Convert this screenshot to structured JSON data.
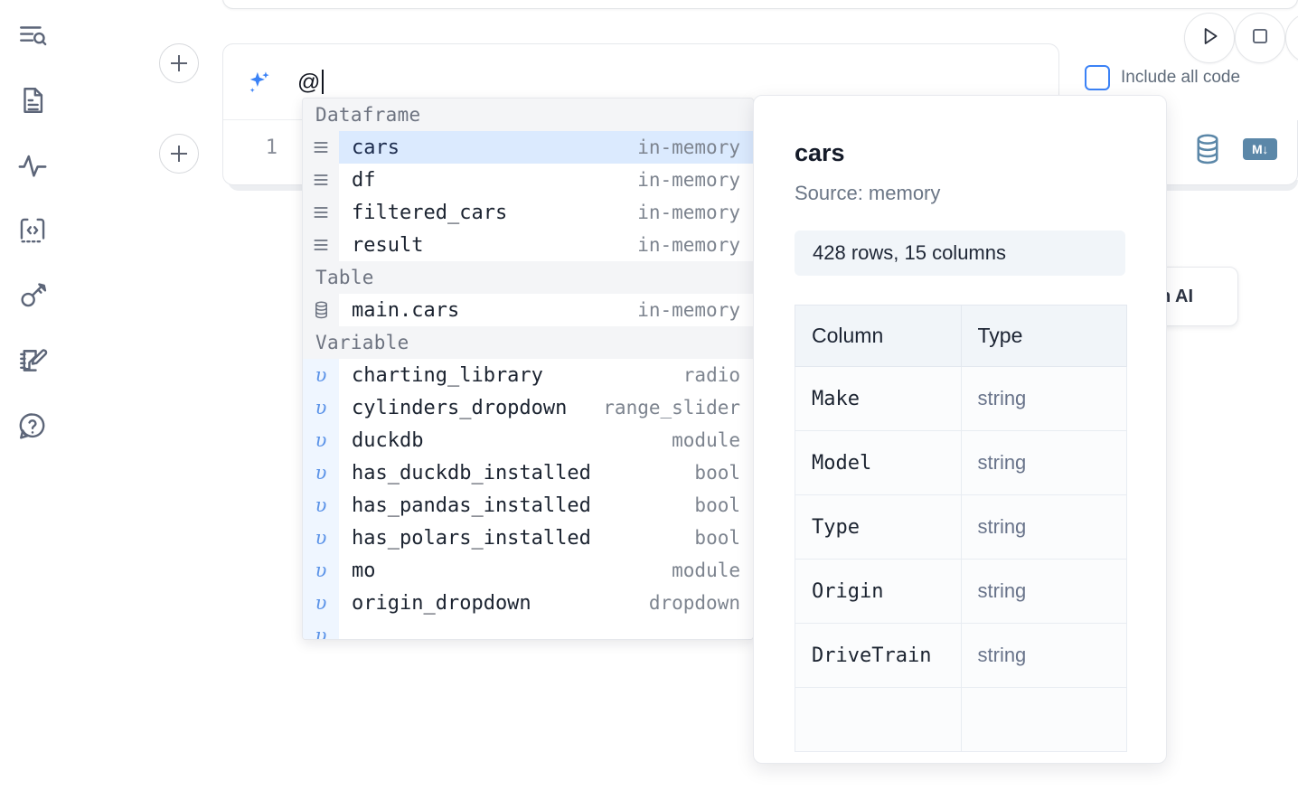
{
  "sidebar": {
    "items": [
      {
        "name": "outline-search-icon",
        "label": "Explore / outline"
      },
      {
        "name": "file-document-icon",
        "label": "Files"
      },
      {
        "name": "activity-pulse-icon",
        "label": "Activity"
      },
      {
        "name": "code-snippet-icon",
        "label": "Snippets"
      },
      {
        "name": "key-secrets-icon",
        "label": "Secrets"
      },
      {
        "name": "notebook-edit-icon",
        "label": "Scratchpad"
      },
      {
        "name": "help-question-icon",
        "label": "Help"
      }
    ]
  },
  "toolbar": {
    "run_label": "Run",
    "stop_label": "Stop",
    "include_all_code_label": "Include all code",
    "include_all_code_checked": false
  },
  "ai_cell": {
    "prompt_value": "@",
    "sparkle_icon": "ai-sparkle-icon",
    "accent_color": "#3b82f6"
  },
  "code_cell": {
    "line_number": "1",
    "tools": [
      {
        "name": "database-icon",
        "label": "SQL cell"
      },
      {
        "name": "markdown-icon",
        "label": "M↓"
      }
    ]
  },
  "floating_card": {
    "text": "h AI"
  },
  "autocomplete": {
    "sections": [
      {
        "title": "Dataframe",
        "gutter_kind": "dataframe",
        "items": [
          {
            "label": "cars",
            "kind": "in-memory",
            "selected": true
          },
          {
            "label": "df",
            "kind": "in-memory",
            "selected": false
          },
          {
            "label": "filtered_cars",
            "kind": "in-memory",
            "selected": false
          },
          {
            "label": "result",
            "kind": "in-memory",
            "selected": false
          }
        ]
      },
      {
        "title": "Table",
        "gutter_kind": "table",
        "items": [
          {
            "label": "main.cars",
            "kind": "in-memory",
            "selected": false
          }
        ]
      },
      {
        "title": "Variable",
        "gutter_kind": "variable",
        "items": [
          {
            "label": "charting_library",
            "kind": "radio",
            "selected": false
          },
          {
            "label": "cylinders_dropdown",
            "kind": "range_slider",
            "selected": false
          },
          {
            "label": "duckdb",
            "kind": "module",
            "selected": false
          },
          {
            "label": "has_duckdb_installed",
            "kind": "bool",
            "selected": false
          },
          {
            "label": "has_pandas_installed",
            "kind": "bool",
            "selected": false
          },
          {
            "label": "has_polars_installed",
            "kind": "bool",
            "selected": false
          },
          {
            "label": "mo",
            "kind": "module",
            "selected": false
          },
          {
            "label": "origin_dropdown",
            "kind": "dropdown",
            "selected": false
          }
        ]
      }
    ],
    "selected_bg": "#dbeafe"
  },
  "doc_panel": {
    "title": "cars",
    "source": "Source: memory",
    "stats": "428 rows, 15 columns",
    "table": {
      "headers": [
        "Column",
        "Type"
      ],
      "rows": [
        {
          "column": "Make",
          "type": "string"
        },
        {
          "column": "Model",
          "type": "string"
        },
        {
          "column": "Type",
          "type": "string"
        },
        {
          "column": "Origin",
          "type": "string"
        },
        {
          "column": "DriveTrain",
          "type": "string"
        }
      ]
    }
  }
}
